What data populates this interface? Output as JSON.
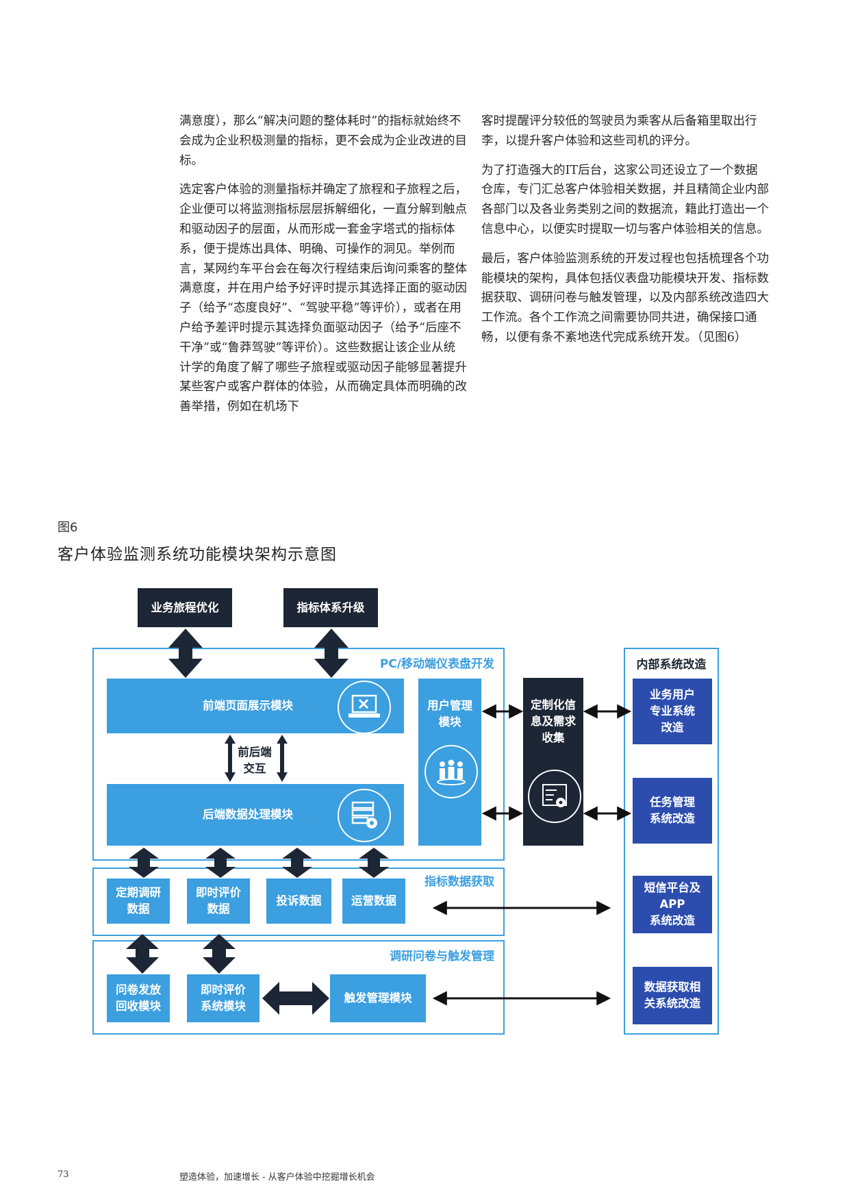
{
  "left_column": [
    "满意度），那么“解决问题的整体耗时”的指标就始终不会成为企业积极测量的指标，更不会成为企业改进的目标。",
    "选定客户体验的测量指标并确定了旅程和子旅程之后，企业便可以将监测指标层层拆解细化，一直分解到触点和驱动因子的层面，从而形成一套金字塔式的指标体系，便于提炼出具体、明确、可操作的洞见。举例而言，某网约车平台会在每次行程结束后询问乘客的整体满意度，并在用户给予好评时提示其选择正面的驱动因子（给予“态度良好”、“驾驶平稳”等评价），或者在用户给予差评时提示其选择负面驱动因子（给予“后座不干净”或“鲁莽驾驶”等评价）。这些数据让该企业从统计学的角度了解了哪些子旅程或驱动因子能够显著提升某些客户或客户群体的体验，从而确定具体而明确的改善举措，例如在机场下"
  ],
  "right_column": [
    "客时提醒评分较低的驾驶员为乘客从后备箱里取出行李，以提升客户体验和这些司机的评分。",
    "为了打造强大的IT后台，这家公司还设立了一个数据仓库，专门汇总客户体验相关数据，并且精简企业内部各部门以及各业务类别之间的数据流，籍此打造出一个信息中心，以便实时提取一切与客户体验相关的信息。",
    "最后，客户体验监测系统的开发过程也包括梳理各个功能模块的架构，具体包括仪表盘功能模块开发、指标数据获取、调研问卷与触发管理，以及内部系统改造四大工作流。各个工作流之间需要协同共进，确保接口通畅，以便有条不紊地迭代完成系统开发。（见图6）"
  ],
  "figure": {
    "label": "图6",
    "title": "客户体验监测系统功能模块架构示意图",
    "top_boxes": {
      "business_journey": "业务旅程优化",
      "metric_upgrade": "指标体系升级"
    },
    "dashboard": {
      "title": "PC/移动端仪表盘开发",
      "frontend": "前端页面展示模块",
      "interaction_line1": "前后端",
      "interaction_line2": "交互",
      "backend": "后端数据处理模块",
      "user_mgmt_line1": "用户管理",
      "user_mgmt_line2": "模块"
    },
    "custom_info": {
      "line1": "定制化信",
      "line2": "息及需求",
      "line3": "收集"
    },
    "metric_data": {
      "title": "指标数据获取",
      "periodic_line1": "定期调研",
      "periodic_line2": "数据",
      "instant_line1": "即时评价",
      "instant_line2": "数据",
      "complaint": "投诉数据",
      "operations": "运营数据"
    },
    "survey": {
      "title": "调研问卷与触发管理",
      "questionnaire_line1": "问卷发放",
      "questionnaire_line2": "回收模块",
      "instant_system_line1": "即时评价",
      "instant_system_line2": "系统模块",
      "trigger": "触发管理模块"
    },
    "internal": {
      "title": "内部系统改造",
      "business_user_line1": "业务用户",
      "business_user_line2": "专业系统",
      "business_user_line3": "改造",
      "task_line1": "任务管理",
      "task_line2": "系统改造",
      "sms_line1": "短信平台及",
      "sms_line2": "APP",
      "sms_line3": "系统改造",
      "data_fetch_line1": "数据获取相",
      "data_fetch_line2": "关系统改造"
    },
    "colors": {
      "dark": "#1d2634",
      "light_blue": "#3b9fe0",
      "navy": "#2c4dae"
    }
  },
  "footer": {
    "page_number": "73",
    "text": "塑造体验，加速增长 - 从客户体验中挖掘增长机会"
  }
}
